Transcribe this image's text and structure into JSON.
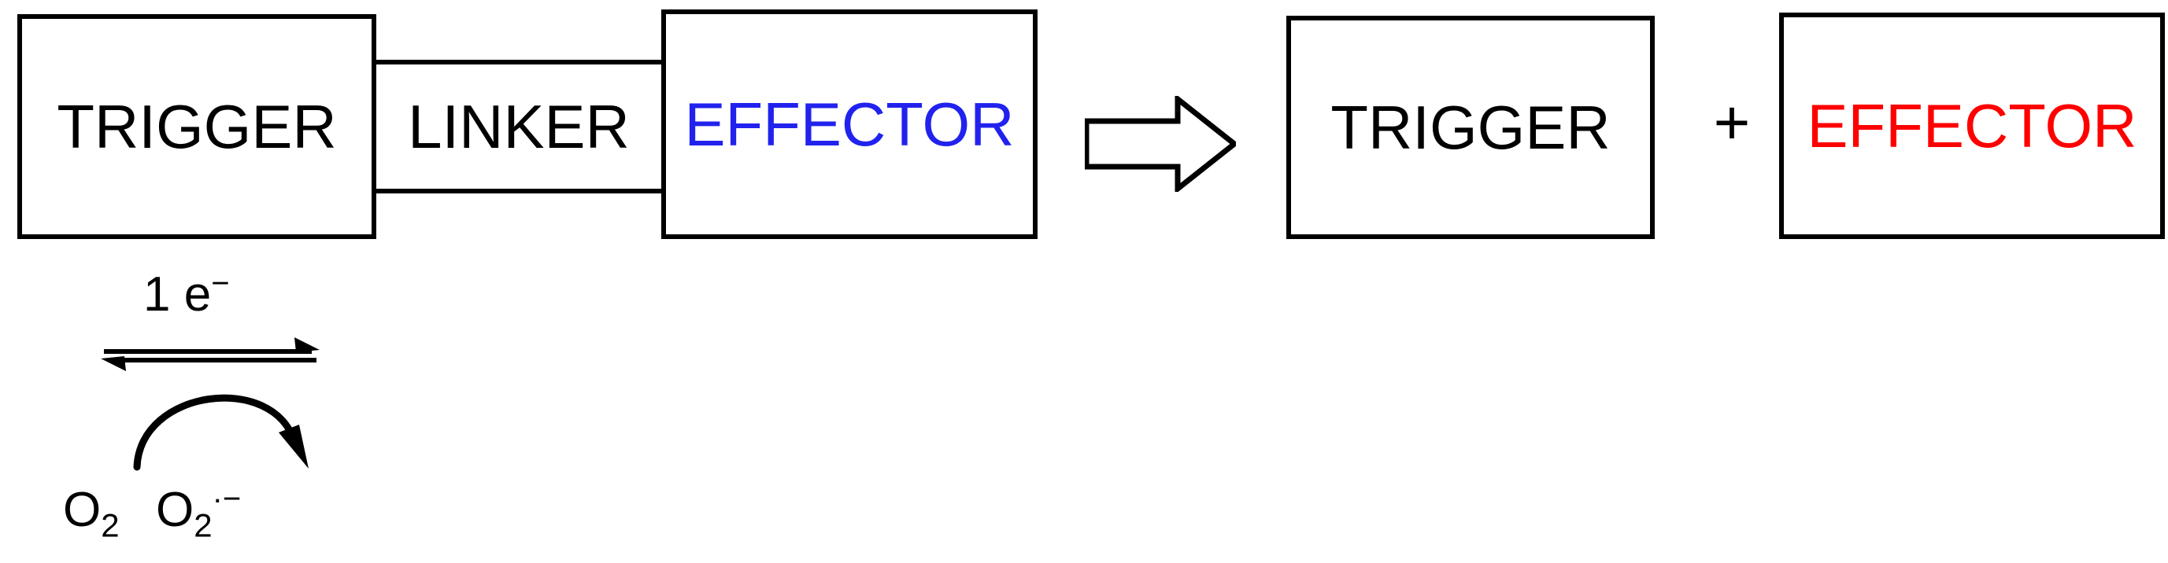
{
  "diagram": {
    "title": "Trigger-linker-effector bioreductive prodrug activation scheme",
    "reactant": {
      "trigger_label": "TRIGGER",
      "linker_label": "LINKER",
      "effector_label": "EFFECTOR",
      "effector_color": "#2222ee"
    },
    "operator": {
      "reaction_arrow": "reaction-arrow-right",
      "plus": "+"
    },
    "products": {
      "trigger_label": "TRIGGER",
      "effector_label": "EFFECTOR",
      "effector_color": "#fe0000"
    },
    "redox": {
      "electron_text": "1 e",
      "electron_charge": "−",
      "equilibrium_icon": "equilibrium-double-half-arrow",
      "transfer_icon": "curved-arrow",
      "dioxygen": {
        "element": "O",
        "count": "2"
      },
      "superoxide": {
        "element": "O",
        "count": "2",
        "charge": "·−"
      }
    },
    "colors": {
      "stroke": "#000000",
      "background": "#ffffff",
      "blue": "#2222ee",
      "red": "#fe0000"
    }
  }
}
